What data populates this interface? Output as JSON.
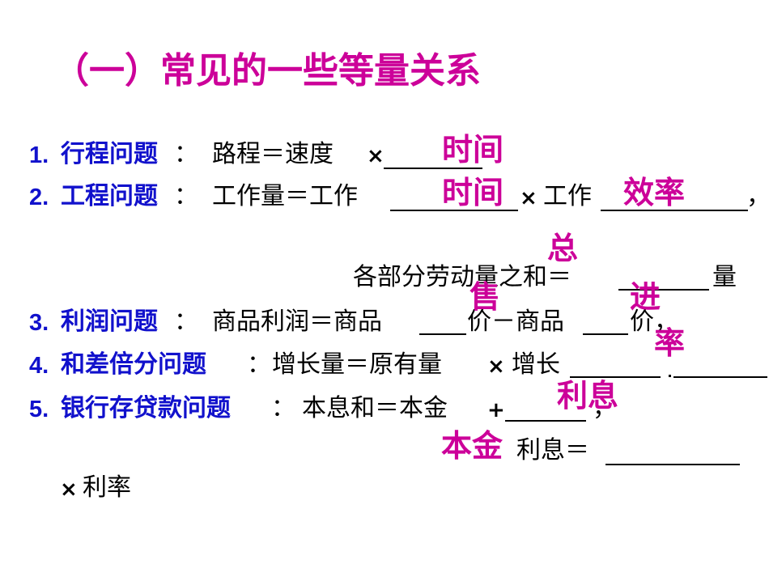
{
  "title": "（一）常见的一些等量关系",
  "items": [
    {
      "num": "1.",
      "topic": "行程问题",
      "colon": "：",
      "text": "路程＝速度",
      "times": "×"
    },
    {
      "num": "2.",
      "topic": "工程问题",
      "colon": "：",
      "text": "工作量＝工作",
      "times": "×",
      "text2": "工作",
      "comma": "，",
      "line2": "各部分劳动量之和＝",
      "tail": "量"
    },
    {
      "num": "3.",
      "topic": "利润问题",
      "colon": "：",
      "text": "商品利润＝商品",
      "text2": "价－商品",
      "text3": "价，"
    },
    {
      "num": "4.",
      "topic": "和差倍分问题",
      "colon": "：",
      "text": "增长量＝原有量",
      "times": "×",
      "text2": "增长"
    },
    {
      "num": "5.",
      "topic": "银行存贷款问题",
      "colon": "：",
      "text": "本息和＝本金",
      "plus": "+",
      "comma": "，",
      "line2": "利息＝",
      "line3_times": "×",
      "line3": "利率"
    }
  ],
  "answers": {
    "time1": "时间",
    "time2": "时间",
    "efficiency": "效率",
    "total": "总",
    "sell": "售",
    "buy": "进",
    "rate": "率",
    "interest": "利息",
    "principal": "本金"
  },
  "colors": {
    "title": "#cc0099",
    "topic": "#1111cc",
    "answer": "#cc0099",
    "text": "#000000"
  }
}
